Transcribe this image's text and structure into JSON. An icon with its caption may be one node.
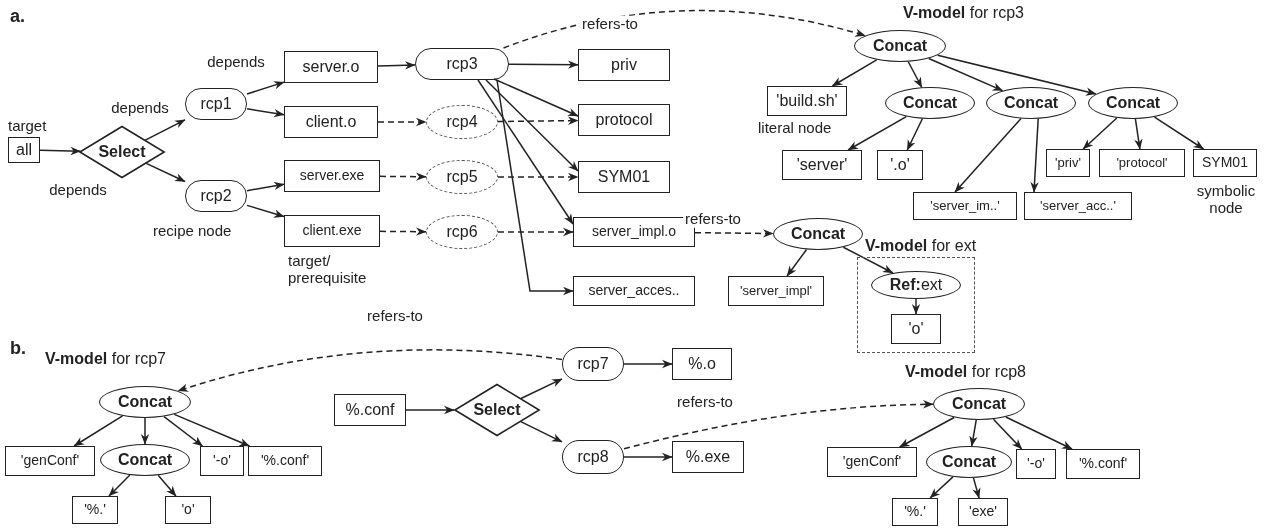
{
  "diagram": {
    "nodes": [
      {
        "text": [
          "all"
        ],
        "beside": [
          "target"
        ]
      },
      {
        "text": [
          "Select"
        ]
      },
      {
        "text": [
          "rcp1"
        ]
      },
      {
        "text": [
          "rcp2"
        ],
        "beside": [
          "recipe node"
        ]
      },
      {
        "text": [
          "server.o"
        ]
      },
      {
        "text": [
          "client.o"
        ]
      },
      {
        "text": [
          "server.exe"
        ]
      },
      {
        "text": [
          "client.exe"
        ],
        "beside": [
          "target/ prerequisite"
        ]
      },
      {
        "text": [
          "rcp3"
        ]
      },
      {
        "text": [
          "rcp4"
        ]
      },
      {
        "text": [
          "rcp5"
        ]
      },
      {
        "text": [
          "rcp6"
        ]
      },
      {
        "text": [
          "priv"
        ]
      },
      {
        "text": [
          "protocol"
        ]
      },
      {
        "text": [
          "SYM01"
        ]
      },
      {
        "text": [
          "server_impl.o"
        ]
      },
      {
        "text": [
          "server_acces.."
        ]
      },
      {
        "text": [
          "Concat"
        ]
      },
      {
        "text": [
          "'build.sh'"
        ],
        "beside": [
          "literal node"
        ]
      },
      {
        "text": [
          "Concat"
        ]
      },
      {
        "text": [
          "Concat"
        ]
      },
      {
        "text": [
          "Concat"
        ]
      },
      {
        "text": [
          "'server'"
        ]
      },
      {
        "text": [
          "'.o'"
        ]
      },
      {
        "text": [
          "'server_im..'"
        ]
      },
      {
        "text": [
          "'server_acc..'"
        ]
      },
      {
        "text": [
          "'priv'"
        ]
      },
      {
        "text": [
          "'protocol'"
        ]
      },
      {
        "text": [
          "SYM01"
        ],
        "beside": [
          "symbolic node"
        ]
      },
      {
        "text": [
          "Concat"
        ]
      },
      {
        "text": [
          "'server_impl'"
        ]
      },
      {
        "text": [
          "**V-model** for ext"
        ]
      },
      {
        "text": [
          "**Ref:**ext"
        ],
        "in": 31
      },
      {
        "text": [
          "'o'"
        ],
        "in": 31
      },
      {
        "text": [
          "Concat"
        ]
      },
      {
        "text": [
          "'genConf'"
        ]
      },
      {
        "text": [
          "Concat"
        ]
      },
      {
        "text": [
          "'-o'"
        ]
      },
      {
        "text": [
          "'%.conf'"
        ]
      },
      {
        "text": [
          "'%.'"
        ]
      },
      {
        "text": [
          "'o'"
        ]
      },
      {
        "text": [
          "%.conf"
        ]
      },
      {
        "text": [
          "Select"
        ]
      },
      {
        "text": [
          "rcp7"
        ]
      },
      {
        "text": [
          "rcp8"
        ]
      },
      {
        "text": [
          "%.o"
        ]
      },
      {
        "text": [
          "%.exe"
        ]
      },
      {
        "text": [
          "Concat"
        ]
      },
      {
        "text": [
          "'genConf'"
        ]
      },
      {
        "text": [
          "Concat"
        ]
      },
      {
        "text": [
          "'-o'"
        ]
      },
      {
        "text": [
          "'%.conf'"
        ]
      },
      {
        "text": [
          "'%.'"
        ]
      },
      {
        "text": [
          "'exe'"
        ]
      }
    ],
    "edges": [
      {
        "from": 0,
        "to": 1,
        "arrow": "to"
      },
      {
        "from": 1,
        "to": 2,
        "arrow": "to",
        "label": "depends"
      },
      {
        "from": 1,
        "to": 3,
        "arrow": "to",
        "label": "depends"
      },
      {
        "from": 2,
        "to": 4,
        "arrow": "to",
        "label": "depends"
      },
      {
        "from": 2,
        "to": 5,
        "arrow": "to"
      },
      {
        "from": 3,
        "to": 6,
        "arrow": "to"
      },
      {
        "from": 3,
        "to": 7,
        "arrow": "to"
      },
      {
        "from": 4,
        "to": 8,
        "arrow": "to"
      },
      {
        "from": 5,
        "to": 9,
        "arrow": "to",
        "style": "dashed"
      },
      {
        "from": 6,
        "to": 10,
        "arrow": "to",
        "style": "dashed"
      },
      {
        "from": 7,
        "to": 11,
        "arrow": "to",
        "style": "dashed"
      },
      {
        "from": 8,
        "to": 12,
        "arrow": "to"
      },
      {
        "from": 8,
        "to": 13,
        "arrow": "to"
      },
      {
        "from": 8,
        "to": 14,
        "arrow": "to"
      },
      {
        "from": 8,
        "to": 15,
        "arrow": "to"
      },
      {
        "from": 8,
        "to": 16,
        "arrow": "to"
      },
      {
        "from": 9,
        "to": 13,
        "arrow": "to",
        "style": "dashed"
      },
      {
        "from": 10,
        "to": 14,
        "arrow": "to",
        "style": "dashed"
      },
      {
        "from": 11,
        "to": 15,
        "arrow": "to",
        "style": "dashed"
      },
      {
        "from": 8,
        "to": 17,
        "arrow": "to",
        "style": "dashed",
        "label": "refers-to"
      },
      {
        "from": 15,
        "to": 29,
        "arrow": "to",
        "style": "dashed",
        "label": "refers-to"
      },
      {
        "from": 17,
        "to": 18,
        "arrow": "to"
      },
      {
        "from": 17,
        "to": 19,
        "arrow": "to"
      },
      {
        "from": 17,
        "to": 20,
        "arrow": "to"
      },
      {
        "from": 17,
        "to": 21,
        "arrow": "to"
      },
      {
        "from": 19,
        "to": 22,
        "arrow": "to"
      },
      {
        "from": 19,
        "to": 23,
        "arrow": "to"
      },
      {
        "from": 20,
        "to": 24,
        "arrow": "to"
      },
      {
        "from": 20,
        "to": 25,
        "arrow": "to"
      },
      {
        "from": 21,
        "to": 26,
        "arrow": "to"
      },
      {
        "from": 21,
        "to": 27,
        "arrow": "to"
      },
      {
        "from": 21,
        "to": 28,
        "arrow": "to"
      },
      {
        "from": 29,
        "to": 30,
        "arrow": "to"
      },
      {
        "from": 29,
        "to": 32,
        "arrow": "to"
      },
      {
        "from": 32,
        "to": 33,
        "arrow": "to"
      },
      {
        "from": 41,
        "to": 42,
        "arrow": "to"
      },
      {
        "from": 42,
        "to": 43,
        "arrow": "to"
      },
      {
        "from": 42,
        "to": 44,
        "arrow": "to"
      },
      {
        "from": 43,
        "to": 45,
        "arrow": "to"
      },
      {
        "from": 44,
        "to": 46,
        "arrow": "to"
      },
      {
        "from": 43,
        "to": 34,
        "arrow": "to",
        "style": "dashed",
        "label": "refers-to"
      },
      {
        "from": 44,
        "to": 47,
        "arrow": "to",
        "style": "dashed",
        "label": "refers-to"
      },
      {
        "from": 34,
        "to": 35,
        "arrow": "to"
      },
      {
        "from": 34,
        "to": 36,
        "arrow": "to"
      },
      {
        "from": 34,
        "to": 37,
        "arrow": "to"
      },
      {
        "from": 34,
        "to": 38,
        "arrow": "to"
      },
      {
        "from": 36,
        "to": 39,
        "arrow": "to"
      },
      {
        "from": 36,
        "to": 40,
        "arrow": "to"
      },
      {
        "from": 47,
        "to": 48,
        "arrow": "to"
      },
      {
        "from": 47,
        "to": 49,
        "arrow": "to"
      },
      {
        "from": 47,
        "to": 50,
        "arrow": "to"
      },
      {
        "from": 47,
        "to": 51,
        "arrow": "to"
      },
      {
        "from": 49,
        "to": 52,
        "arrow": "to"
      },
      {
        "from": 49,
        "to": 53,
        "arrow": "to"
      }
    ],
    "labels": [
      "a.",
      "**V-model** for rcp3",
      "b.",
      "**V-model** for rcp7",
      "**V-model** for rcp8"
    ]
  }
}
